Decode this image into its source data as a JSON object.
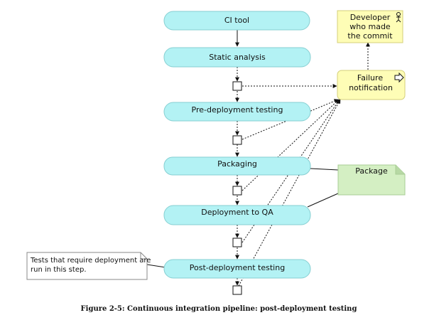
{
  "colors": {
    "activity_fill": "#b3f2f4",
    "activity_stroke": "#86cfd2",
    "notification_fill": "#fefdb6",
    "notification_stroke": "#d4cf7a",
    "artifact_fill": "#d4efc3",
    "artifact_stroke": "#a8cc96",
    "note_stroke": "#888888",
    "line": "#111111"
  },
  "activities": {
    "ci_tool": "CI tool",
    "static_analysis": "Static analysis",
    "pre_deployment_testing": "Pre-deployment testing",
    "packaging": "Packaging",
    "deployment_to_qa": "Deployment to QA",
    "post_deployment_testing": "Post-deployment testing"
  },
  "notification": {
    "line1": "Failure",
    "line2": "notification",
    "icon": "send-signal-icon"
  },
  "developer": {
    "line1": "Developer",
    "line2": "who made",
    "line3": "the commit",
    "icon": "actor-icon"
  },
  "artifact": {
    "label": "Package"
  },
  "note": {
    "line1": "Tests that require deployment are",
    "line2": "run in this step."
  },
  "caption": "Figure 2-5: Continuous integration pipeline: post-deployment testing"
}
